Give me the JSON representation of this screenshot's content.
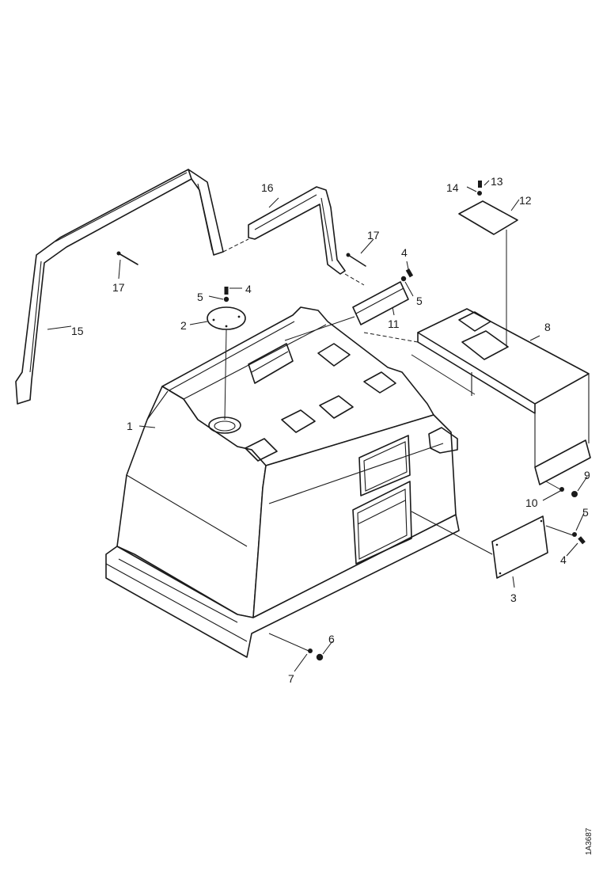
{
  "callouts": {
    "c1": "1",
    "c2": "2",
    "c3": "3",
    "c4a": "4",
    "c4b": "4",
    "c4c": "4",
    "c5a": "5",
    "c5b": "5",
    "c5c": "5",
    "c6": "6",
    "c7": "7",
    "c8": "8",
    "c9": "9",
    "c10": "10",
    "c11": "11",
    "c12": "12",
    "c13": "13",
    "c14": "14",
    "c15": "15",
    "c16": "16",
    "c17a": "17",
    "c17b": "17"
  },
  "sheet_number": "1A3687"
}
